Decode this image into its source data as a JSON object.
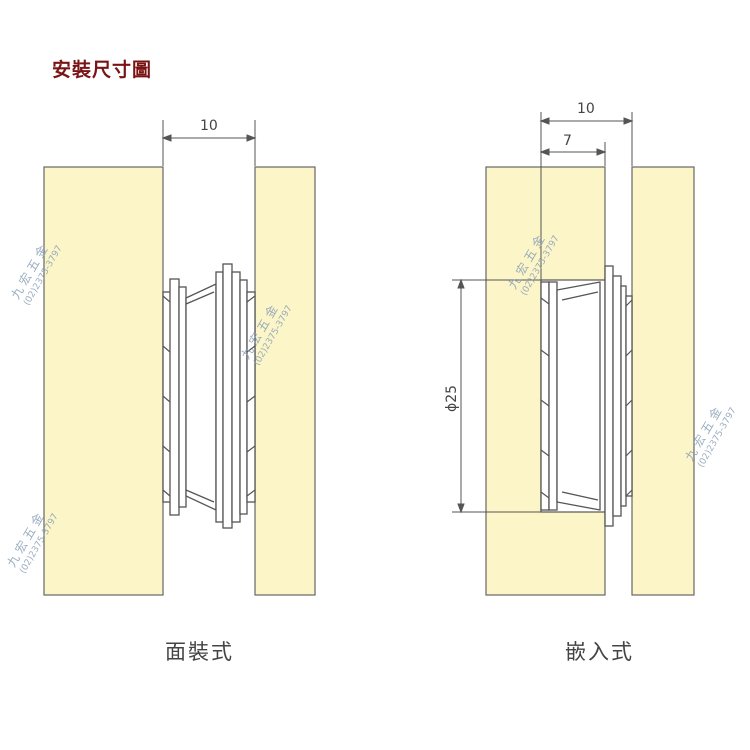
{
  "title": "安裝尺寸圖",
  "captions": {
    "surface_mount": "面裝式",
    "recessed": "嵌入式"
  },
  "dimensions": {
    "left_gap": "10",
    "right_total": "10",
    "right_inset": "7",
    "diameter": "ϕ25"
  },
  "watermark": {
    "name": "九 宏 五 金",
    "phone": "(02)2375-3797"
  },
  "colors": {
    "panel_fill": "#fbf5c8",
    "outline": "#555555",
    "title": "#7a1414",
    "watermark": "#8aa0b8"
  }
}
